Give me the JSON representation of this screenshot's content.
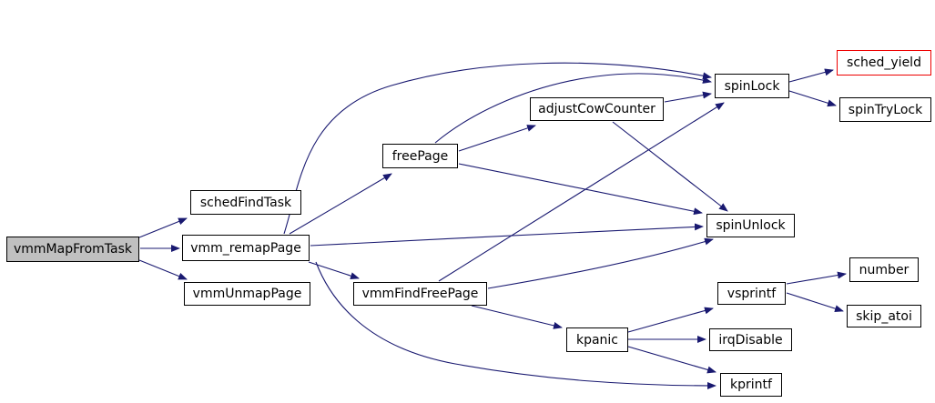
{
  "diagram": {
    "type": "call-graph",
    "background_color": "#ffffff",
    "edge_color": "#191970",
    "node_fill": "#ffffff",
    "node_border": "#000000",
    "current_node_fill": "#c0c0c0",
    "highlight_border": "#ee0000",
    "nodes": [
      {
        "id": "vmmMapFromTask",
        "label": "vmmMapFromTask",
        "role": "current"
      },
      {
        "id": "schedFindTask",
        "label": "schedFindTask",
        "role": "callee"
      },
      {
        "id": "vmm_remapPage",
        "label": "vmm_remapPage",
        "role": "callee"
      },
      {
        "id": "vmmUnmapPage",
        "label": "vmmUnmapPage",
        "role": "callee"
      },
      {
        "id": "freePage",
        "label": "freePage",
        "role": "callee"
      },
      {
        "id": "adjustCowCounter",
        "label": "adjustCowCounter",
        "role": "callee"
      },
      {
        "id": "spinLock",
        "label": "spinLock",
        "role": "callee"
      },
      {
        "id": "sched_yield",
        "label": "sched_yield",
        "role": "callee-highlighted"
      },
      {
        "id": "spinTryLock",
        "label": "spinTryLock",
        "role": "callee"
      },
      {
        "id": "spinUnlock",
        "label": "spinUnlock",
        "role": "callee"
      },
      {
        "id": "vmmFindFreePage",
        "label": "vmmFindFreePage",
        "role": "callee"
      },
      {
        "id": "vsprintf",
        "label": "vsprintf",
        "role": "callee"
      },
      {
        "id": "number",
        "label": "number",
        "role": "callee"
      },
      {
        "id": "skip_atoi",
        "label": "skip_atoi",
        "role": "callee"
      },
      {
        "id": "irqDisable",
        "label": "irqDisable",
        "role": "callee"
      },
      {
        "id": "kpanic",
        "label": "kpanic",
        "role": "callee"
      },
      {
        "id": "kprintf",
        "label": "kprintf",
        "role": "callee"
      }
    ],
    "edges": [
      {
        "from": "vmmMapFromTask",
        "to": "schedFindTask"
      },
      {
        "from": "vmmMapFromTask",
        "to": "vmm_remapPage"
      },
      {
        "from": "vmmMapFromTask",
        "to": "vmmUnmapPage"
      },
      {
        "from": "vmm_remapPage",
        "to": "freePage"
      },
      {
        "from": "vmm_remapPage",
        "to": "spinLock"
      },
      {
        "from": "vmm_remapPage",
        "to": "spinUnlock"
      },
      {
        "from": "vmm_remapPage",
        "to": "vmmFindFreePage"
      },
      {
        "from": "vmm_remapPage",
        "to": "kprintf"
      },
      {
        "from": "freePage",
        "to": "adjustCowCounter"
      },
      {
        "from": "freePage",
        "to": "spinLock"
      },
      {
        "from": "freePage",
        "to": "spinUnlock"
      },
      {
        "from": "adjustCowCounter",
        "to": "spinLock"
      },
      {
        "from": "adjustCowCounter",
        "to": "spinUnlock"
      },
      {
        "from": "vmmFindFreePage",
        "to": "spinLock"
      },
      {
        "from": "vmmFindFreePage",
        "to": "spinUnlock"
      },
      {
        "from": "vmmFindFreePage",
        "to": "kpanic"
      },
      {
        "from": "spinLock",
        "to": "sched_yield"
      },
      {
        "from": "spinLock",
        "to": "spinTryLock"
      },
      {
        "from": "kpanic",
        "to": "vsprintf"
      },
      {
        "from": "kpanic",
        "to": "irqDisable"
      },
      {
        "from": "kpanic",
        "to": "kprintf"
      },
      {
        "from": "vsprintf",
        "to": "number"
      },
      {
        "from": "vsprintf",
        "to": "skip_atoi"
      }
    ]
  }
}
